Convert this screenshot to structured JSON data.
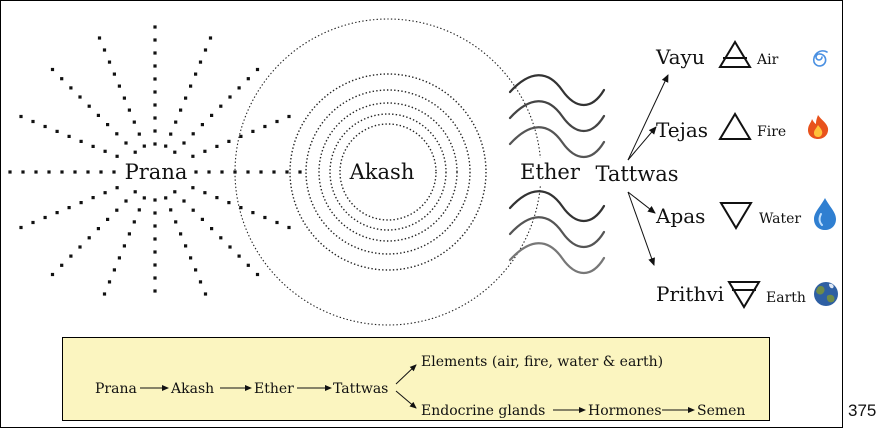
{
  "diagram": {
    "prana": "Prana",
    "akash": "Akash",
    "ether": "Ether",
    "tattwas": "Tattwas",
    "tattwa_items": [
      {
        "name": "Vayu",
        "element": "Air",
        "symbol": "air-triangle",
        "icon": "spiral-icon",
        "color": "#4a90e2"
      },
      {
        "name": "Tejas",
        "element": "Fire",
        "symbol": "fire-triangle",
        "icon": "flame-icon",
        "color": "#e8521c"
      },
      {
        "name": "Apas",
        "element": "Water",
        "symbol": "water-triangle",
        "icon": "water-drop-icon",
        "color": "#2f7fd1"
      },
      {
        "name": "Prithvi",
        "element": "Earth",
        "symbol": "earth-triangle",
        "icon": "globe-icon",
        "color": "#2e5fa3"
      }
    ]
  },
  "summary": {
    "chain": [
      "Prana",
      "Akash",
      "Ether",
      "Tattwas"
    ],
    "branch_top": "Elements (air, fire, water & earth)",
    "branch_bottom": [
      "Endocrine glands",
      "Hormones",
      "Semen"
    ],
    "background": "#fbf5c0"
  },
  "page_number": "375"
}
